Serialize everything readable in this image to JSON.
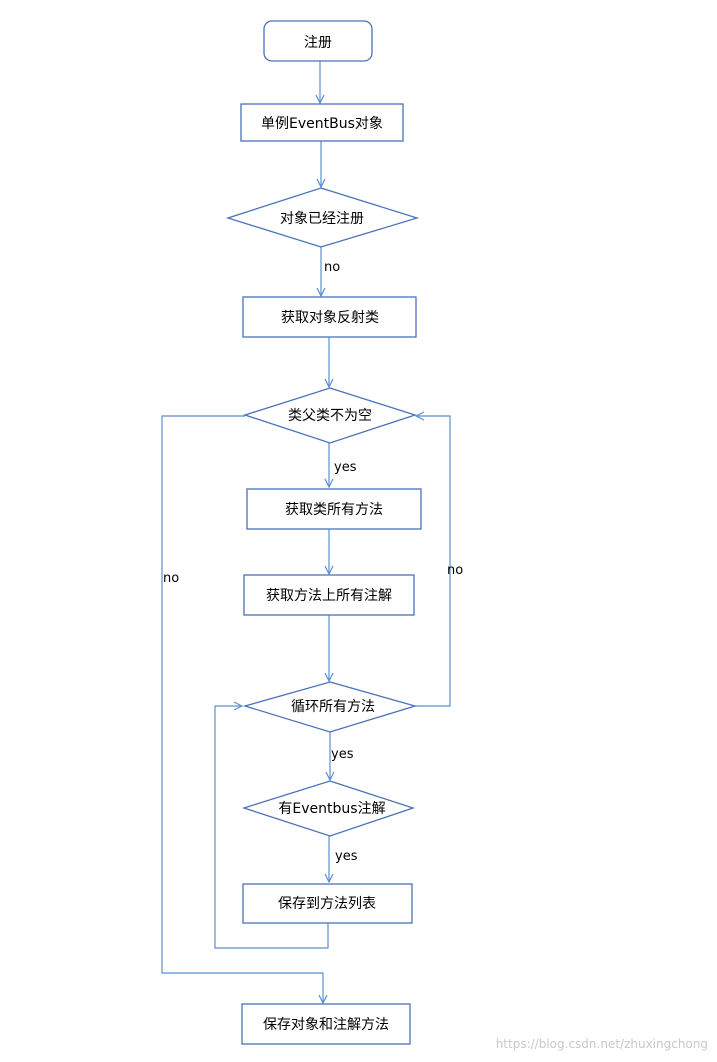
{
  "nodes": {
    "register": "注册",
    "singleton": "单例EventBus对象",
    "registered_check": "对象已经注册",
    "get_class": "获取对象反射类",
    "parent_check": "类父类不为空",
    "get_methods": "获取类所有方法",
    "get_annotations": "获取方法上所有注解",
    "loop_methods": "循环所有方法",
    "has_annotation": "有Eventbus注解",
    "save_method": "保存到方法列表",
    "save_result": "保存对象和注解方法"
  },
  "edges": {
    "no_registered": "no",
    "yes_parent": "yes",
    "no_parent": "no",
    "no_loop": "no",
    "yes_loop": "yes",
    "yes_annotation": "yes"
  },
  "watermark": "https://blog.csdn.net/zhuxingchong",
  "colors": {
    "shape_stroke": "#4a72b8",
    "line": "#5b8fd0",
    "watermark": "#c8c8c8"
  }
}
